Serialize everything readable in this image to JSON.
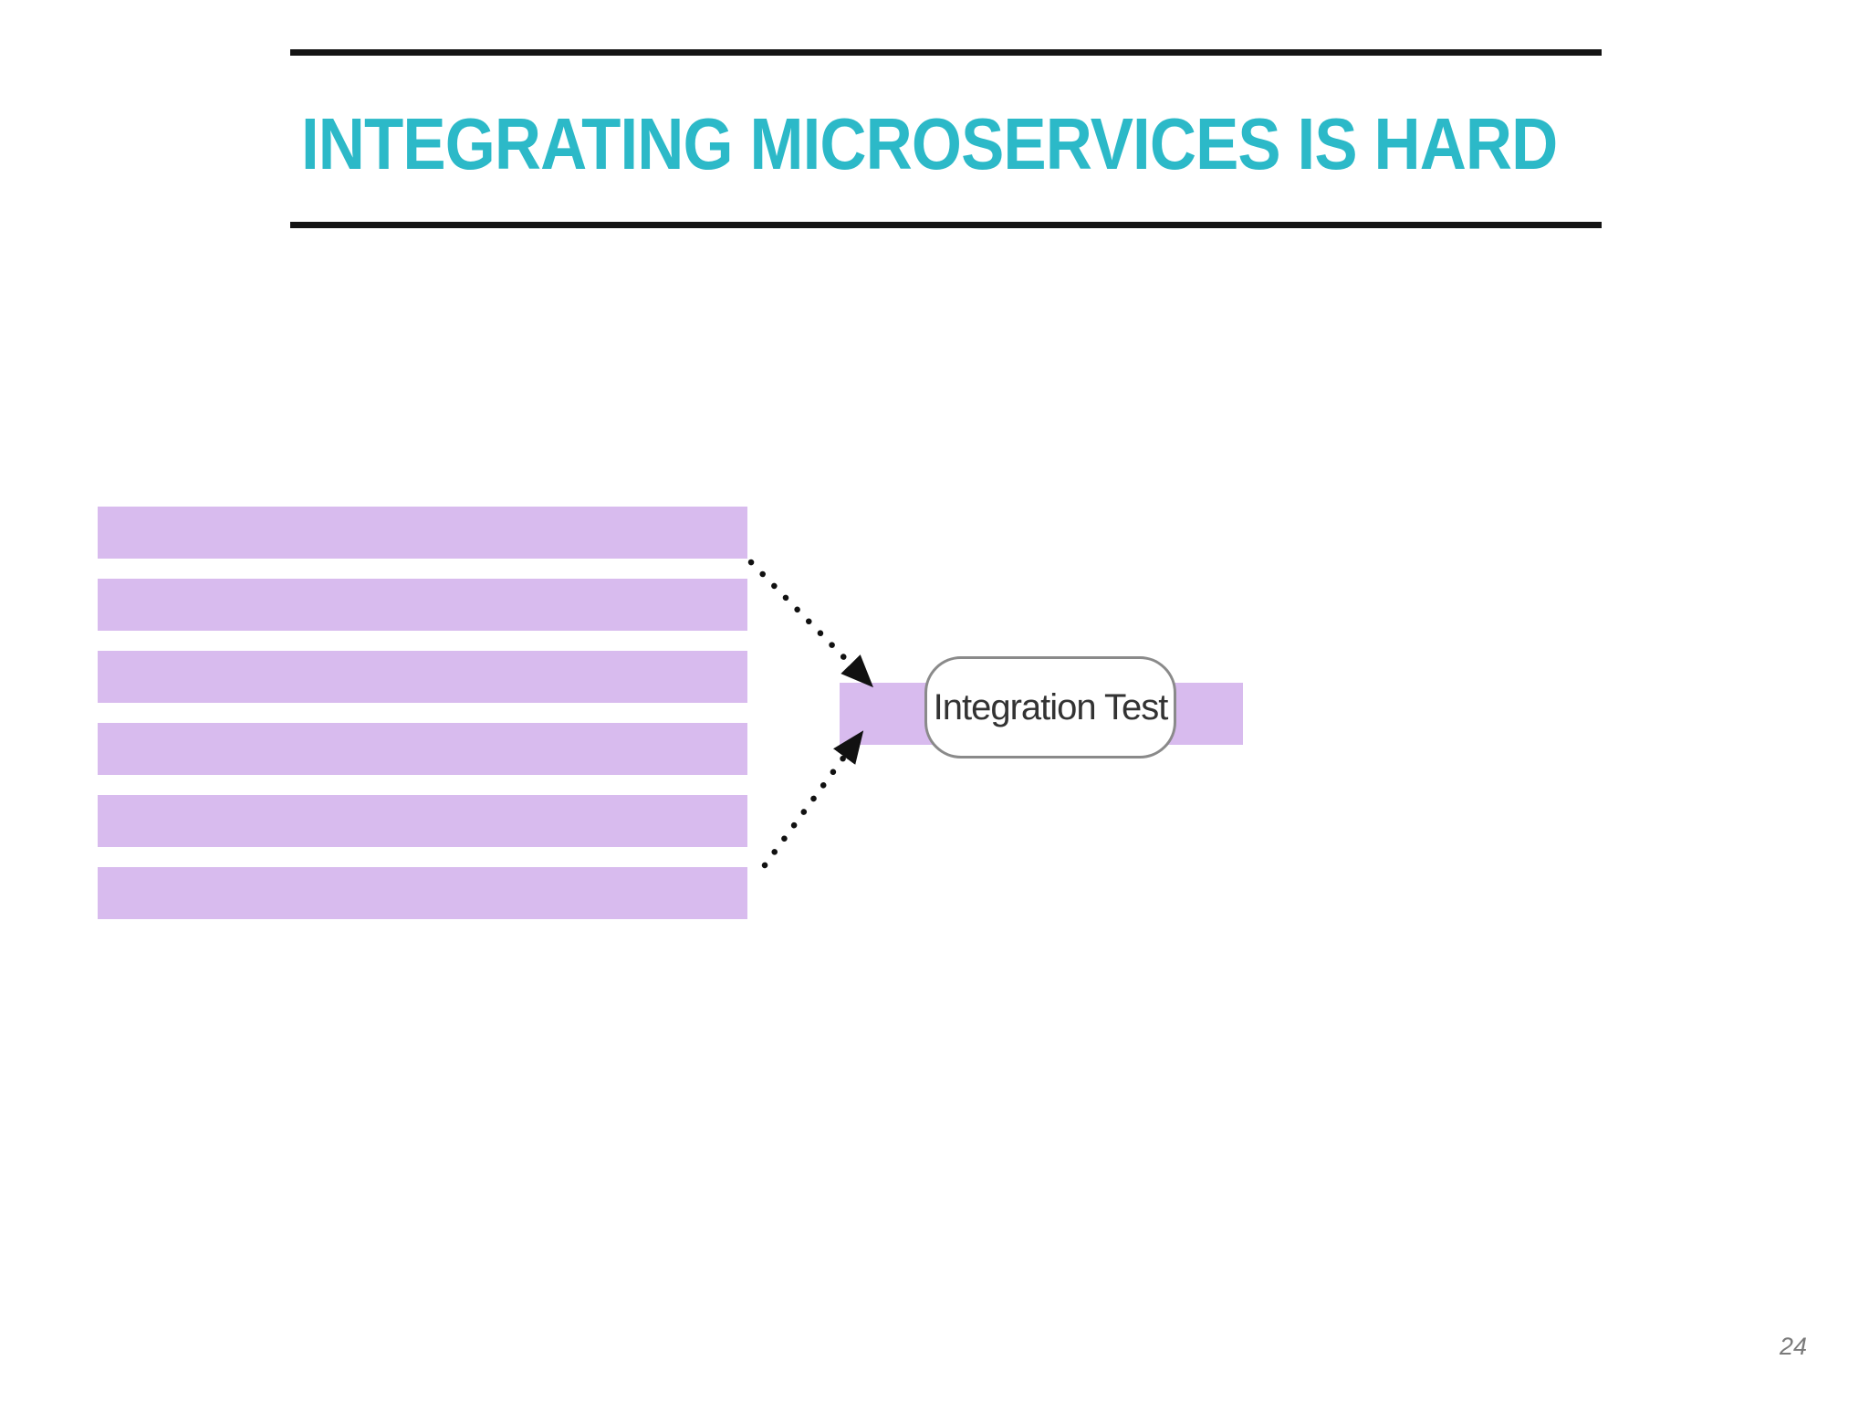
{
  "slide": {
    "title": "INTEGRATING MICROSERVICES IS HARD",
    "page_number": "24"
  },
  "diagram": {
    "microservices": {
      "count": 6
    },
    "integration_test": {
      "label": "Integration Test"
    },
    "arrows": {
      "style": "dotted",
      "count": 2
    }
  },
  "colors": {
    "title": "#2cb9c8",
    "rule": "#141414",
    "bar": "#d8bbee",
    "arrow": "#111111",
    "box-border": "#8a8a8a",
    "box-text": "#333333",
    "page-number": "#7a7a7a"
  }
}
